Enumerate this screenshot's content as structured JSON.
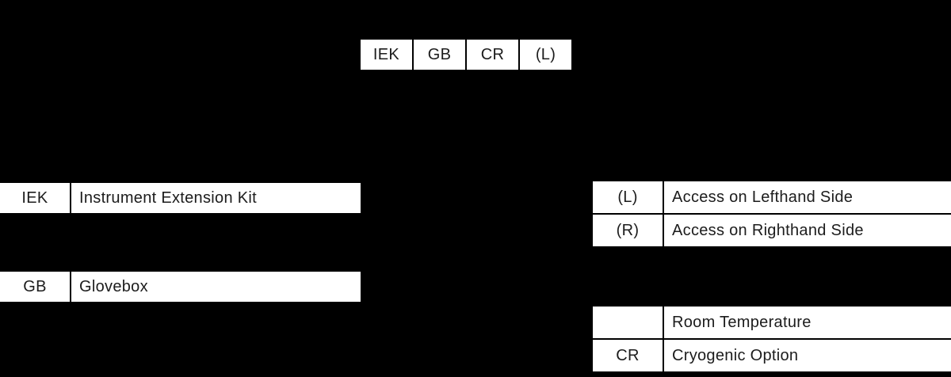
{
  "product_code": {
    "segments": [
      {
        "text": "IEK"
      },
      {
        "text": "GB"
      },
      {
        "text": "CR"
      },
      {
        "text": "(L)"
      }
    ]
  },
  "legend_tables": {
    "iek": {
      "rows": [
        {
          "code": "IEK",
          "label": "Instrument Extension Kit"
        }
      ]
    },
    "gb": {
      "rows": [
        {
          "code": "GB",
          "label": "Glovebox"
        }
      ]
    },
    "access": {
      "rows": [
        {
          "code": "(L)",
          "label": "Access on Lefthand Side"
        },
        {
          "code": "(R)",
          "label": "Access on Righthand Side"
        }
      ]
    },
    "temperature": {
      "rows": [
        {
          "code": "",
          "label": "Room Temperature"
        },
        {
          "code": "CR",
          "label": "Cryogenic Option"
        }
      ]
    }
  },
  "colors": {
    "background": "#000000",
    "cell_background": "#ffffff",
    "text": "#1c1c1c",
    "grid_line": "#000000"
  }
}
